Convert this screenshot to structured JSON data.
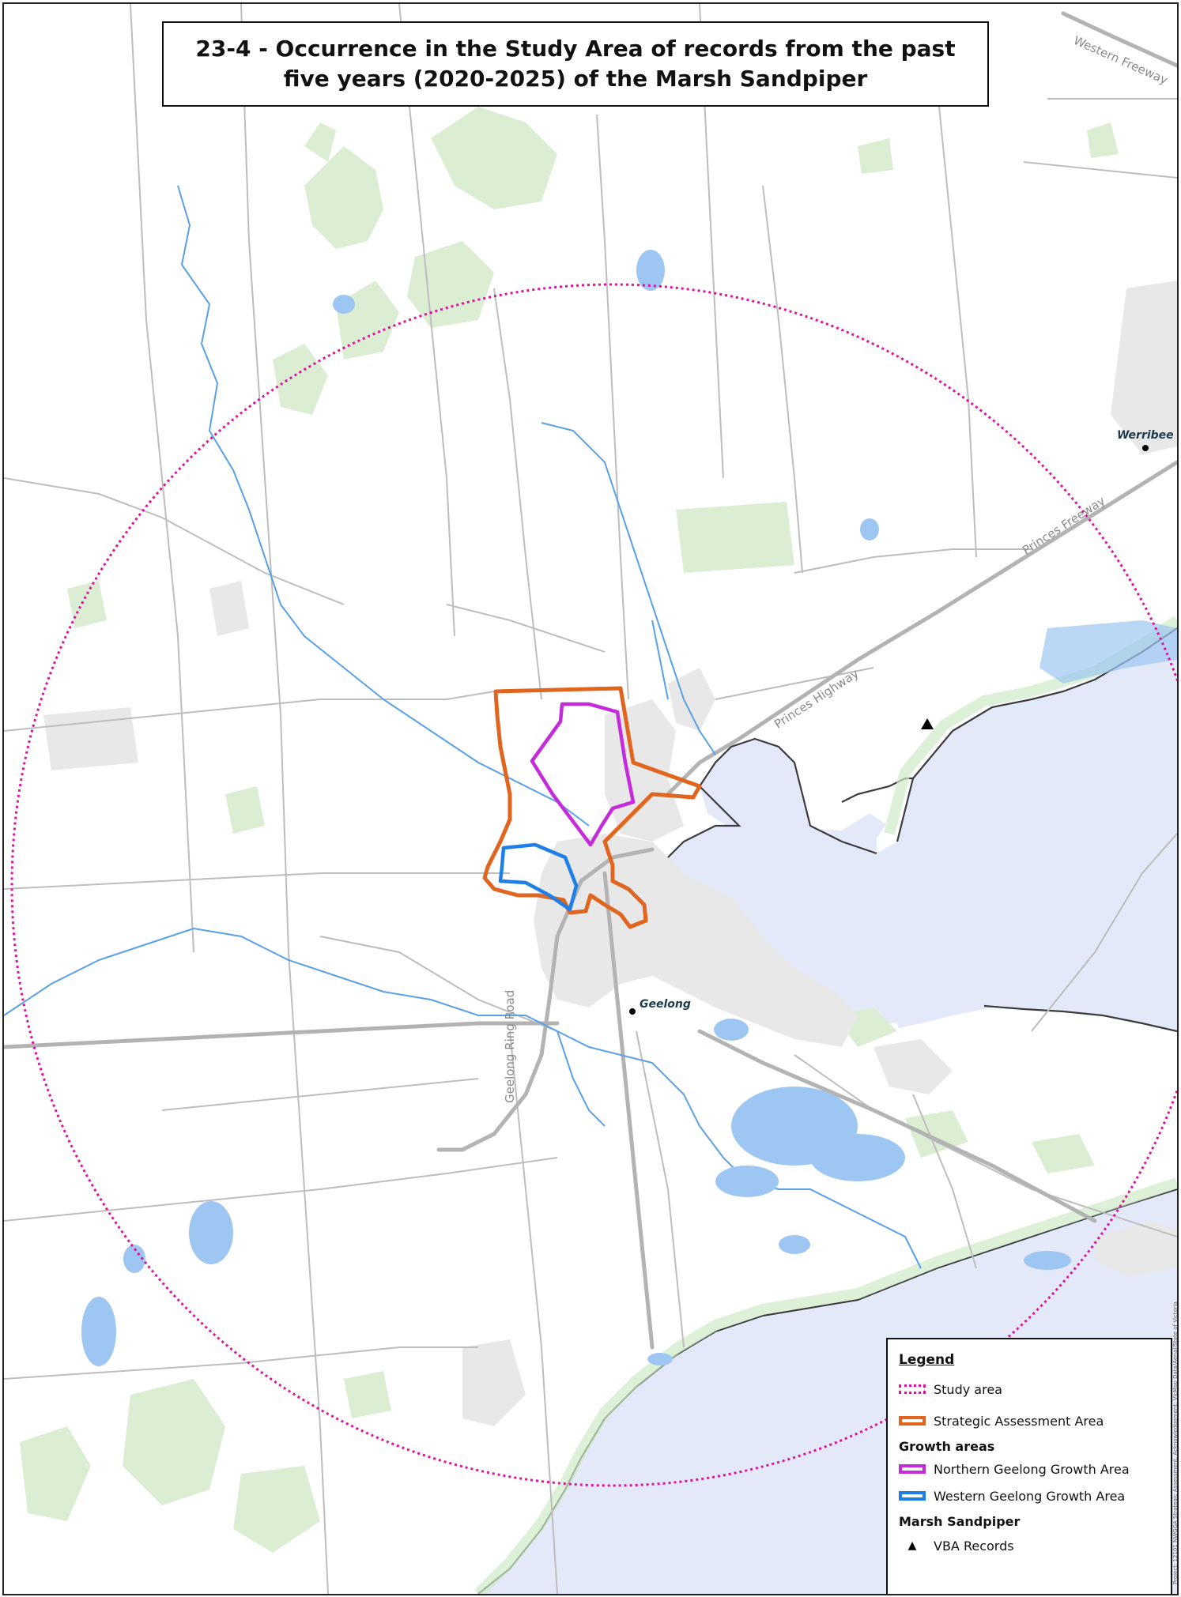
{
  "title": {
    "line1": "23-4 - Occurrence in the Study Area of records from the past",
    "line2": "five years (2020-2025) of the Marsh Sandpiper"
  },
  "places": {
    "werribee": "Werribee",
    "geelong": "Geelong"
  },
  "roads": {
    "western_freeway": "Western Freeway",
    "princes_freeway": "Princes Freeway",
    "princes_highway": "Princes Highway",
    "geelong_ring_road": "Geelong Ring Road"
  },
  "legend": {
    "title": "Legend",
    "study_area": "Study area",
    "strategic_area": "Strategic Assessment Area",
    "growth_heading": "Growth areas",
    "northern": "Northern Geelong Growth Area",
    "western": "Western Geelong Growth Area",
    "species_heading": "Marsh Sandpiper",
    "vba": "VBA Records"
  },
  "credit": "Project: 12101 NWGGA Strategic Assessment. Acknowledgement: VicMap Data/Aerial/State of Victoria",
  "colors": {
    "study_area": "#e0119f",
    "strategic_area": "#e0661f",
    "northern": "#c62bdb",
    "western": "#1e7fe6",
    "water": "#e4e9f9",
    "waterbody": "#9ec6f2",
    "vegetation": "#dbeed3",
    "urban": "#e6e6e6",
    "road": "#bdbdbd"
  }
}
